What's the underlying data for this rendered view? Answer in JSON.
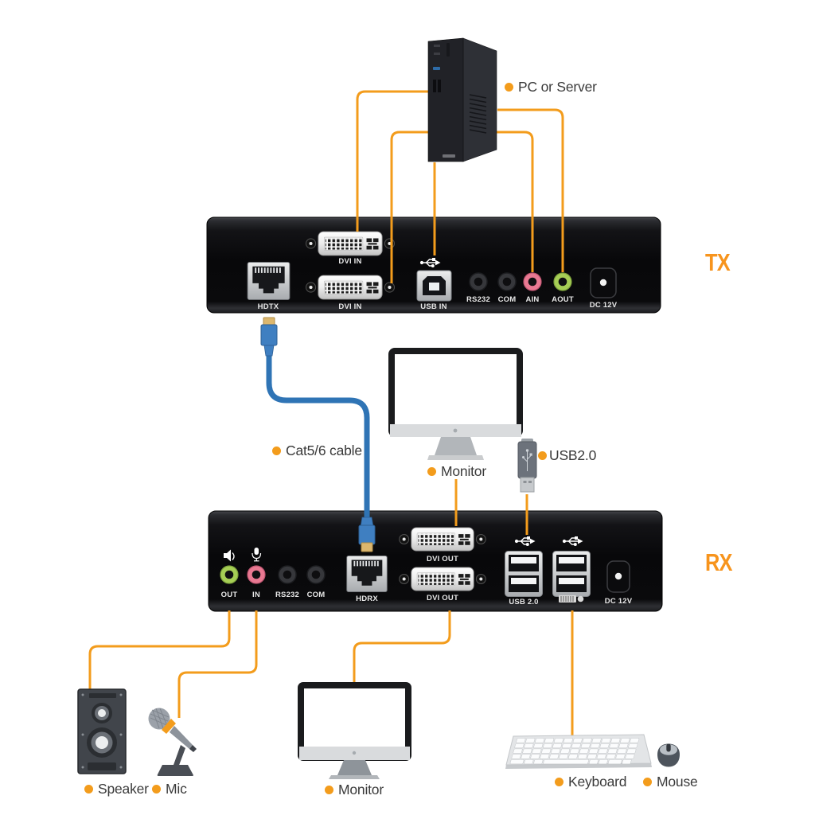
{
  "diagram": {
    "tx": {
      "tag": "TX",
      "ports": {
        "hdtx": "HDTX",
        "dvi1": "DVI IN",
        "dvi2": "DVI IN",
        "usb": "USB IN",
        "rs232": "RS232",
        "com": "COM",
        "ain": "AIN",
        "aout": "AOUT",
        "dc": "DC 12V"
      }
    },
    "rx": {
      "tag": "RX",
      "ports": {
        "out": "OUT",
        "in": "IN",
        "rs232": "RS232",
        "com": "COM",
        "hdrx": "HDRX",
        "dvi1": "DVI OUT",
        "dvi2": "DVI OUT",
        "usb": "USB 2.0",
        "dc": "DC 12V"
      }
    },
    "callouts": {
      "pc": "PC or Server",
      "cable": "Cat5/6 cable",
      "monitor_top": "Monitor",
      "usb_stick": "USB2.0",
      "speaker": "Speaker",
      "mic": "Mic",
      "monitor_bottom": "Monitor",
      "keyboard": "Keyboard",
      "mouse": "Mouse"
    },
    "colors": {
      "accent_line": "#F39C1C",
      "tag_orange": "#F7941D",
      "cable_blue": "#2F74B5",
      "jack_green": "#A6CE55",
      "jack_pink": "#E97992",
      "text": "#3A3A3A"
    }
  }
}
